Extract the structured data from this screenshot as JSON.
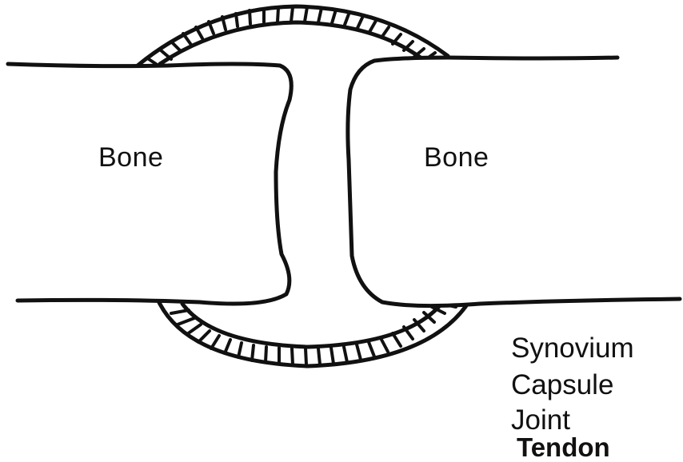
{
  "diagram": {
    "bone_left_label": "Bone",
    "bone_right_label": "Bone",
    "legend": {
      "synovium": "Synovium",
      "capsule": "Capsule",
      "joint": "Joint",
      "tendon": "Tendon"
    },
    "line_color": "#111111",
    "background_color": "#ffffff"
  }
}
